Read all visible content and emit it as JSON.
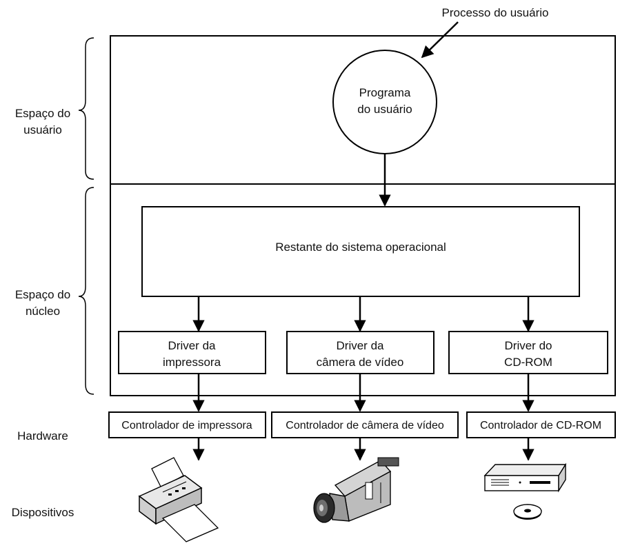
{
  "labels": {
    "user_process": "Processo do usuário",
    "user_program_line1": "Programa",
    "user_program_line2": "do usuário",
    "user_space_line1": "Espaço do",
    "user_space_line2": "usuário",
    "kernel_space_line1": "Espaço do",
    "kernel_space_line2": "núcleo",
    "rest_of_os": "Restante do sistema operacional",
    "hardware": "Hardware",
    "devices": "Dispositivos"
  },
  "drivers": [
    {
      "line1": "Driver da",
      "line2": "impressora"
    },
    {
      "line1": "Driver da",
      "line2": "câmera de vídeo"
    },
    {
      "line1": "Driver do",
      "line2": "CD-ROM"
    }
  ],
  "controllers": [
    "Controlador de impressora",
    "Controlador de câmera de vídeo",
    "Controlador de CD-ROM"
  ],
  "device_icons": [
    "printer-icon",
    "video-camera-icon",
    "cd-rom-drive-icon"
  ],
  "colors": {
    "stroke": "#000000",
    "background": "#ffffff"
  }
}
